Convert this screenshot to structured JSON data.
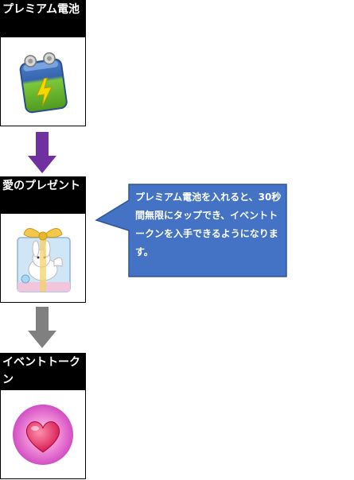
{
  "steps": [
    {
      "label": "プレミアム電池",
      "icon": "battery-icon"
    },
    {
      "label": "愛のプレゼント",
      "icon": "gift-box-icon"
    },
    {
      "label": "イベントトークン",
      "icon": "heart-token-icon"
    }
  ],
  "callout": {
    "text": "プレミアム電池を入れると、30秒間無限にタップでき、イベントトークンを入手できるようになります。"
  },
  "colors": {
    "arrow_1": "#7030a0",
    "arrow_2": "#808080",
    "callout_fill": "#4472c4",
    "callout_border": "#2f5597"
  }
}
